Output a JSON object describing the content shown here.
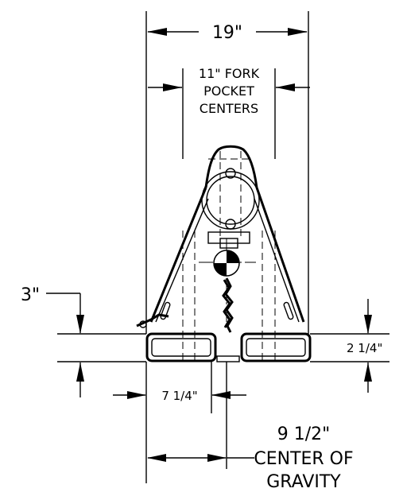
{
  "dimensions": {
    "overall_width": "19\"",
    "fork_pocket_line1": "11\" FORK",
    "fork_pocket_line2": "POCKET",
    "fork_pocket_line3": "CENTERS",
    "pocket_height_offset": "3\"",
    "pocket_height": "2 1/4\"",
    "half_pocket_spacing": "7 1/4\"",
    "cog_distance": "9 1/2\"",
    "cog_line1": "CENTER OF",
    "cog_line2": "GRAVITY"
  }
}
